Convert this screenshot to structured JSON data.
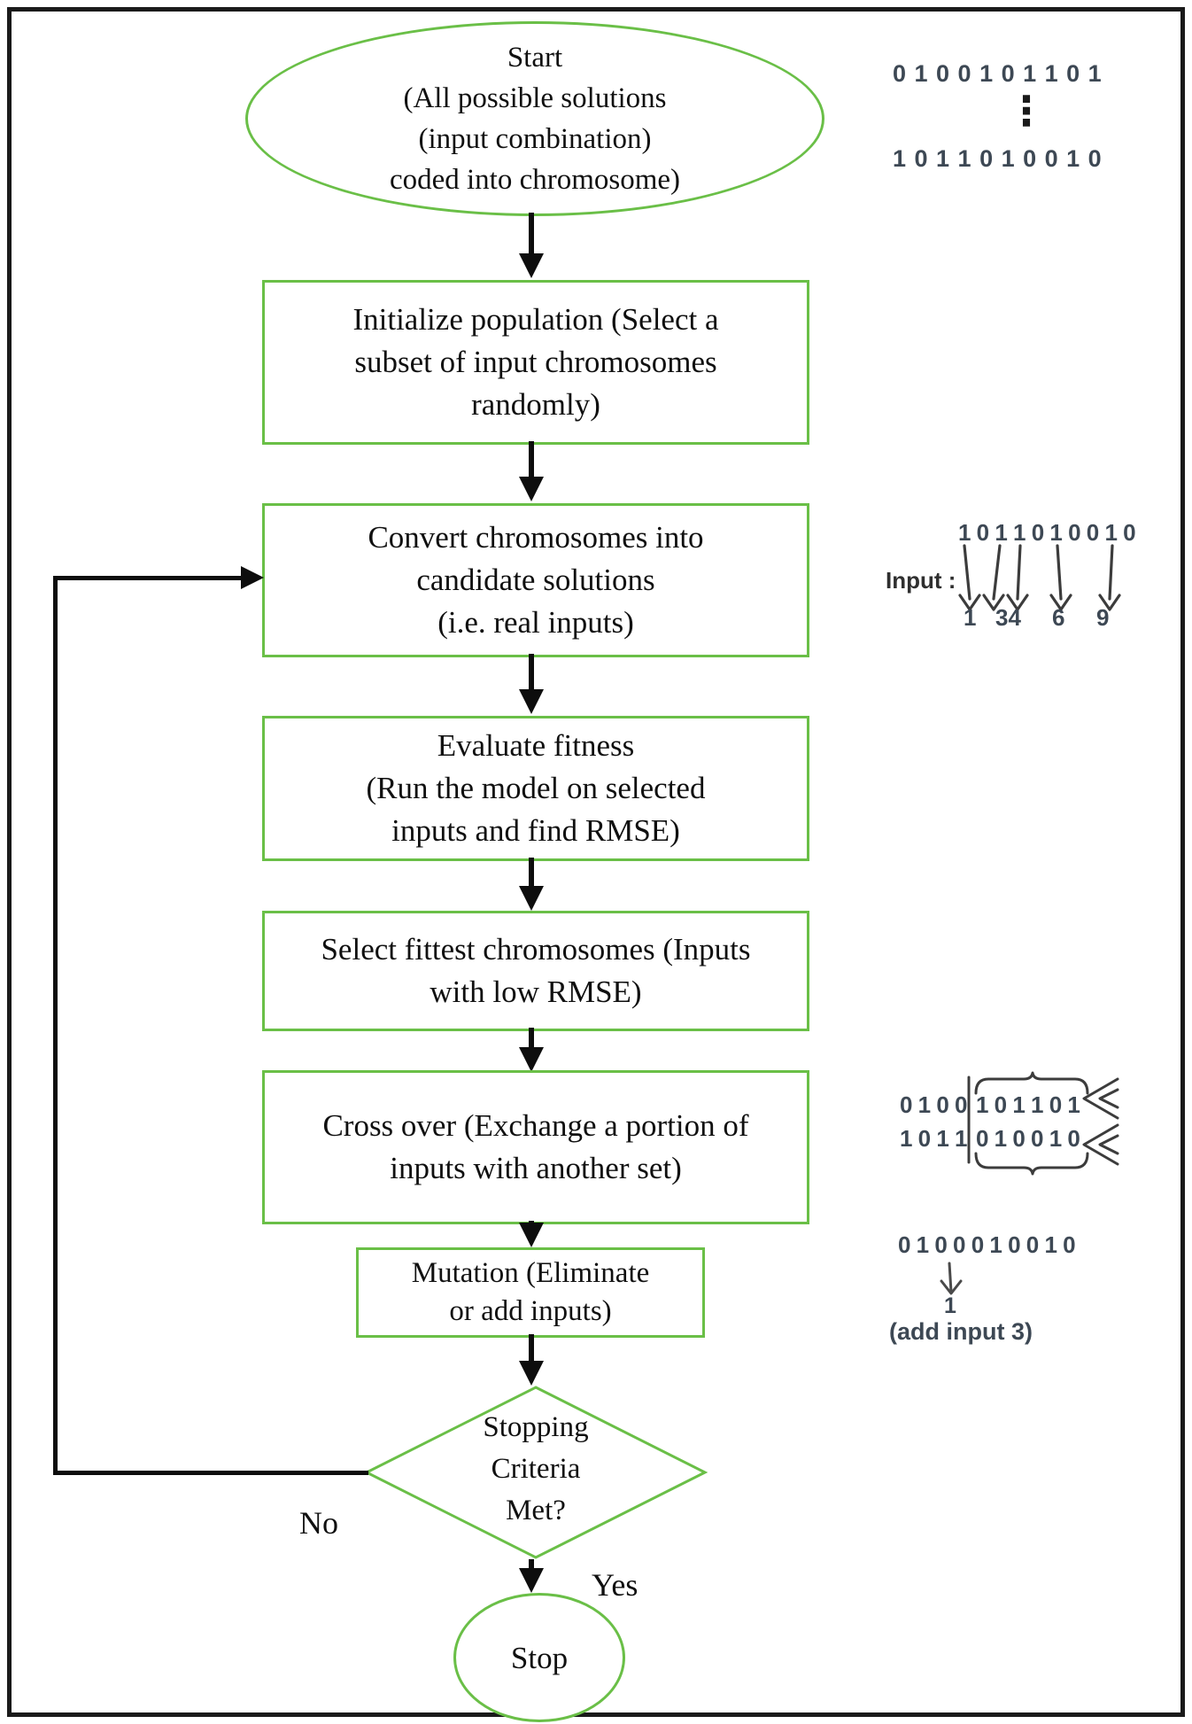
{
  "colors": {
    "shape_border": "#6abf47",
    "flow_text": "#101010",
    "arrow": "#0d0d0d",
    "annotation_text": "#3d4854"
  },
  "flow": {
    "start": {
      "line1": "Start",
      "line2": "(All possible solutions",
      "line3": "(input combination)",
      "line4": "coded into chromosome)"
    },
    "initialize": {
      "line1": "Initialize population (Select a",
      "line2": "subset of input chromosomes",
      "line3": "randomly)"
    },
    "convert": {
      "line1": "Convert chromosomes into",
      "line2": "candidate solutions",
      "line3": "(i.e. real inputs)"
    },
    "evaluate": {
      "line1": "Evaluate fitness",
      "line2": "(Run the model on selected",
      "line3": "inputs and find RMSE)"
    },
    "select": {
      "line1": "Select fittest chromosomes (Inputs",
      "line2": "with low RMSE)"
    },
    "crossover": {
      "line1": "Cross over (Exchange a portion of",
      "line2": "inputs with another set)"
    },
    "mutation": {
      "line1": "Mutation (Eliminate",
      "line2": "or add inputs)"
    },
    "decision": {
      "line1": "Stopping",
      "line2": "Criteria",
      "line3": "Met?"
    },
    "no_label": "No",
    "yes_label": "Yes",
    "stop_label": "Stop"
  },
  "annotations": {
    "population": {
      "row1": "0 1 0 0 1 0 1 1 0 1",
      "dots": "⋮",
      "row2": "1 0 1 1 0 1 0 0 1 0"
    },
    "input_map": {
      "label": "Input :",
      "bits": "1 0 1 1 0 1 0 0 1 0",
      "v1": "1",
      "v2": "34",
      "v3": "6",
      "v4": "9"
    },
    "crossover_swap": {
      "r1l": "0 1 0 0",
      "r1r": "1 0 1 1 0 1",
      "r2l": "1 0 1 1",
      "r2r": "0 1 0 0 1 0"
    },
    "mutation_ex": {
      "bits": "0 1 0 0 0 1 0 0 1 0",
      "bit": "1",
      "caption": "(add input 3)"
    }
  }
}
